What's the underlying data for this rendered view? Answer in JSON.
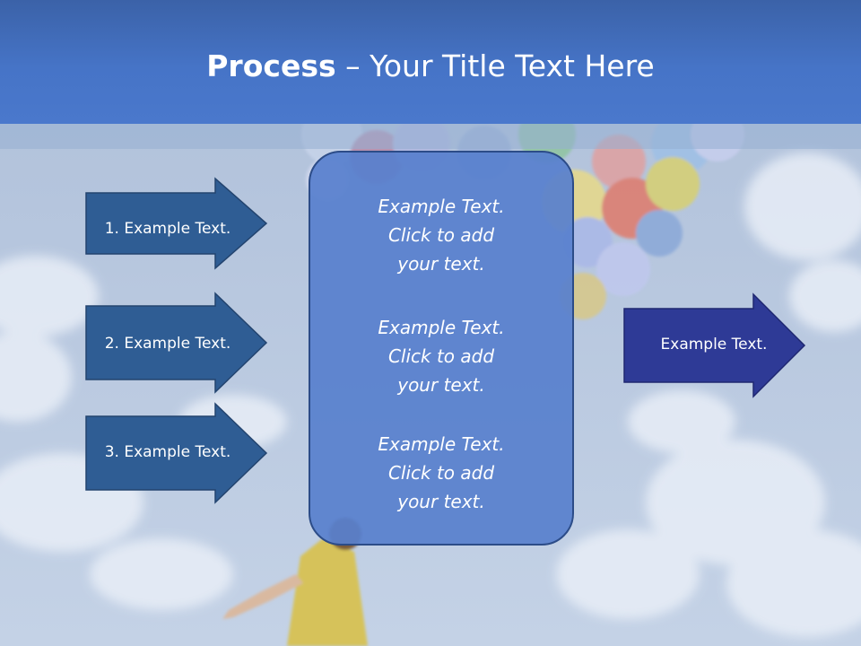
{
  "slide": {
    "title_bold": "Process",
    "title_rest": " – Your Title Text Here"
  },
  "steps": [
    {
      "label": "1. Example Text."
    },
    {
      "label": "2. Example Text."
    },
    {
      "label": "3. Example Text."
    }
  ],
  "center_blocks": [
    {
      "lines": [
        "Example Text.",
        "Click  to add",
        "your text."
      ]
    },
    {
      "lines": [
        "Example Text.",
        "Click  to add",
        "your text."
      ]
    },
    {
      "lines": [
        "Example Text.",
        "Click  to add",
        "your text."
      ]
    }
  ],
  "result": {
    "label": "Example Text."
  },
  "colors": {
    "title_bar": "#4674c7",
    "step_arrow": "#2f5d94",
    "center_box": "#5b86d0",
    "result_arrow": "#2e3a96",
    "text": "#ffffff"
  }
}
